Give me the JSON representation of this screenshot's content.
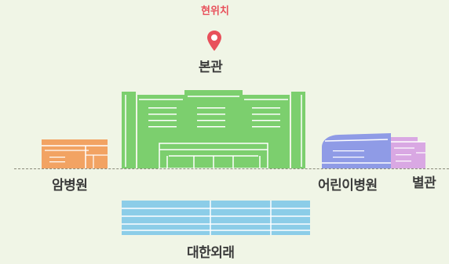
{
  "map": {
    "current_location_label": "현위치",
    "pin_icon": "location-pin-icon",
    "colors": {
      "background": "#f0f5e6",
      "current_location": "#e8505b",
      "main_building": "#7ccf6e",
      "cancer_hospital": "#f2a363",
      "children_hospital": "#8f9be6",
      "annex": "#d9a8e3",
      "outpatient": "#8ccde8"
    },
    "buildings": {
      "main": {
        "label": "본관"
      },
      "cancer": {
        "label": "암병원"
      },
      "children": {
        "label": "어린이병원"
      },
      "annex": {
        "label": "별관"
      },
      "outpatient": {
        "label": "대한외래"
      }
    }
  }
}
